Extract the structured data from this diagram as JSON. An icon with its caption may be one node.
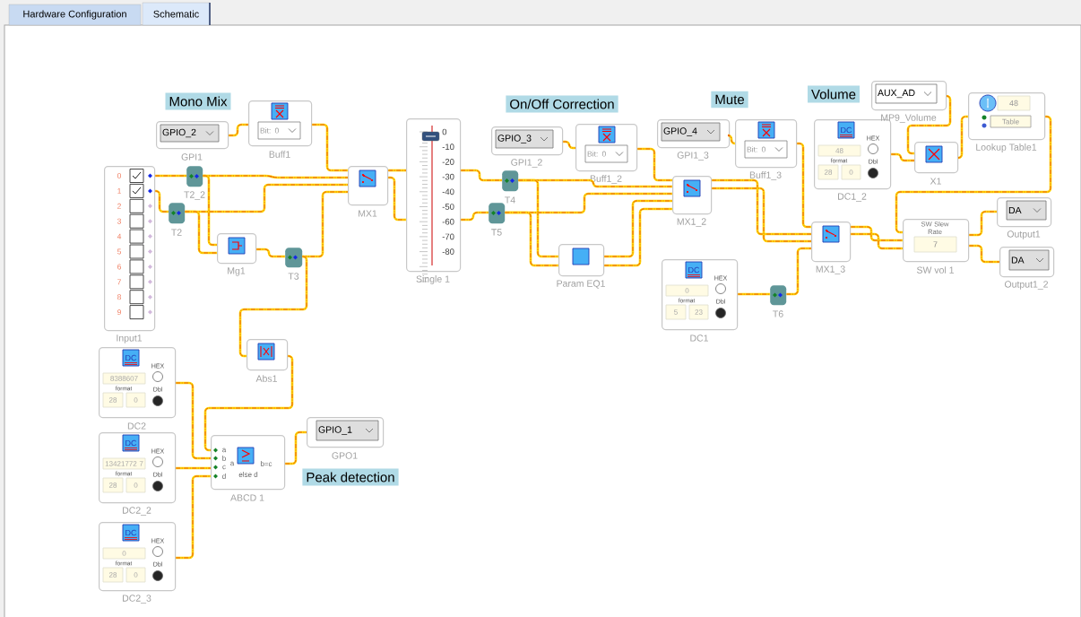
{
  "diagram": {
    "nodes": [
      {
        "text": [
          "0",
          "1",
          "2",
          "3",
          "4",
          "5",
          "6",
          "7",
          "8",
          "9"
        ],
        "beside": [
          "Input1"
        ]
      },
      {
        "text": [
          "GPIO_2"
        ],
        "beside": [
          "GPI1"
        ]
      },
      {
        "text": [
          "Bit: 0"
        ],
        "beside": [
          "Buff1"
        ]
      },
      {
        "text": [],
        "shape": "box",
        "beside": [
          "T2_2"
        ]
      },
      {
        "text": [],
        "shape": "box",
        "beside": [
          "T2"
        ]
      },
      {
        "text": [],
        "shape": "box",
        "beside": [
          "Mg1"
        ]
      },
      {
        "text": [],
        "shape": "box",
        "beside": [
          "T3"
        ]
      },
      {
        "text": [],
        "shape": "box",
        "beside": [
          "MX1"
        ]
      },
      {
        "text": [
          "0",
          "-10",
          "-20",
          "-30",
          "-40",
          "-50",
          "-60",
          "-70",
          "-80"
        ],
        "beside": [
          "Single 1"
        ]
      },
      {
        "text": [],
        "shape": "box",
        "beside": [
          "T4"
        ]
      },
      {
        "text": [],
        "shape": "box",
        "beside": [
          "T5"
        ]
      },
      {
        "text": [
          "GPIO_3"
        ],
        "beside": [
          "GPI1_2"
        ]
      },
      {
        "text": [
          "Bit: 0"
        ],
        "beside": [
          "Buff1_2"
        ]
      },
      {
        "text": [],
        "shape": "box",
        "beside": [
          "Param EQ1"
        ]
      },
      {
        "text": [],
        "shape": "box",
        "beside": [
          "MX1_2"
        ]
      },
      {
        "text": [
          "GPIO_4"
        ],
        "beside": [
          "GPI1_3"
        ]
      },
      {
        "text": [
          "Bit: 0"
        ],
        "beside": [
          "Buff1_3"
        ]
      },
      {
        "text": [
          "DC",
          "0",
          "format",
          "5",
          "23",
          "HEX",
          "Dbl"
        ],
        "beside": [
          "DC1"
        ]
      },
      {
        "text": [],
        "shape": "box",
        "beside": [
          "T6"
        ]
      },
      {
        "text": [],
        "shape": "box",
        "beside": [
          "MX1_3"
        ]
      },
      {
        "text": [
          "DC",
          "48",
          "format",
          "28",
          "0",
          "HEX",
          "Dbl"
        ],
        "beside": [
          "DC1_2"
        ]
      },
      {
        "text": [
          "AUX_AD"
        ],
        "beside": [
          "MP9_Volume"
        ]
      },
      {
        "text": [],
        "shape": "box",
        "beside": [
          "X1"
        ]
      },
      {
        "text": [
          "48",
          "Table"
        ],
        "beside": [
          "Lookup Table1"
        ]
      },
      {
        "text": [
          "SW Slew Rate",
          "7"
        ],
        "beside": [
          "SW vol 1"
        ]
      },
      {
        "text": [
          "DA"
        ],
        "beside": [
          "Output1"
        ]
      },
      {
        "text": [
          "DA"
        ],
        "beside": [
          "Output1_2"
        ]
      },
      {
        "text": [],
        "shape": "box",
        "beside": [
          "Abs1"
        ]
      },
      {
        "text": [
          "DC",
          "8388607",
          "format",
          "28",
          "0",
          "HEX",
          "Dbl"
        ],
        "beside": [
          "DC2"
        ]
      },
      {
        "text": [
          "DC",
          "13421772 7",
          "format",
          "28",
          "0",
          "HEX",
          "Dbl"
        ],
        "beside": [
          "DC2_2"
        ]
      },
      {
        "text": [
          "DC",
          "0",
          "format",
          "28",
          "0",
          "HEX",
          "Dbl"
        ],
        "beside": [
          "DC2_3"
        ]
      },
      {
        "text": [
          "a",
          "b",
          "c",
          "d",
          "a",
          "b=c",
          "else d"
        ],
        "beside": [
          "ABCD 1"
        ]
      },
      {
        "text": [
          "GPIO_1"
        ],
        "beside": [
          "GPO1"
        ]
      }
    ],
    "edges": [
      {
        "from": 1,
        "to": 2,
        "arrow": "none"
      },
      {
        "from": 2,
        "to": 7,
        "arrow": "none"
      },
      {
        "from": 0,
        "to": 3,
        "arrow": "none"
      },
      {
        "from": 0,
        "to": 4,
        "arrow": "none"
      },
      {
        "from": 3,
        "to": 7,
        "arrow": "none"
      },
      {
        "from": 3,
        "to": 5,
        "arrow": "none"
      },
      {
        "from": 4,
        "to": 7,
        "arrow": "none"
      },
      {
        "from": 4,
        "to": 5,
        "arrow": "none"
      },
      {
        "from": 5,
        "to": 6,
        "arrow": "none"
      },
      {
        "from": 6,
        "to": 7,
        "arrow": "none"
      },
      {
        "from": 6,
        "to": 27,
        "arrow": "none"
      },
      {
        "from": 7,
        "to": 8,
        "arrow": "none"
      },
      {
        "from": 7,
        "to": 8,
        "arrow": "none"
      },
      {
        "from": 8,
        "to": 9,
        "arrow": "none"
      },
      {
        "from": 8,
        "to": 10,
        "arrow": "none"
      },
      {
        "from": 11,
        "to": 12,
        "arrow": "none"
      },
      {
        "from": 12,
        "to": 14,
        "arrow": "none"
      },
      {
        "from": 9,
        "to": 14,
        "arrow": "none"
      },
      {
        "from": 9,
        "to": 13,
        "arrow": "none"
      },
      {
        "from": 10,
        "to": 14,
        "arrow": "none"
      },
      {
        "from": 10,
        "to": 13,
        "arrow": "none"
      },
      {
        "from": 13,
        "to": 14,
        "arrow": "none"
      },
      {
        "from": 13,
        "to": 14,
        "arrow": "none"
      },
      {
        "from": 15,
        "to": 16,
        "arrow": "none"
      },
      {
        "from": 16,
        "to": 19,
        "arrow": "none"
      },
      {
        "from": 14,
        "to": 19,
        "arrow": "none"
      },
      {
        "from": 14,
        "to": 19,
        "arrow": "none"
      },
      {
        "from": 17,
        "to": 18,
        "arrow": "none"
      },
      {
        "from": 18,
        "to": 19,
        "arrow": "none"
      },
      {
        "from": 19,
        "to": 24,
        "arrow": "none"
      },
      {
        "from": 19,
        "to": 24,
        "arrow": "none"
      },
      {
        "from": 21,
        "to": 22,
        "arrow": "none"
      },
      {
        "from": 20,
        "to": 22,
        "arrow": "none"
      },
      {
        "from": 22,
        "to": 23,
        "arrow": "none"
      },
      {
        "from": 23,
        "to": 24,
        "arrow": "none"
      },
      {
        "from": 24,
        "to": 25,
        "arrow": "none"
      },
      {
        "from": 24,
        "to": 26,
        "arrow": "none"
      },
      {
        "from": 27,
        "to": 31,
        "arrow": "none"
      },
      {
        "from": 28,
        "to": 31,
        "arrow": "none"
      },
      {
        "from": 29,
        "to": 31,
        "arrow": "none"
      },
      {
        "from": 30,
        "to": 31,
        "arrow": "none"
      },
      {
        "from": 31,
        "to": 32,
        "arrow": "none"
      }
    ],
    "labels": [
      "Hardware Configuration",
      "Schematic",
      "Mono Mix",
      "On/Off Correction",
      "Mute",
      "Volume",
      "Peak detection"
    ]
  }
}
